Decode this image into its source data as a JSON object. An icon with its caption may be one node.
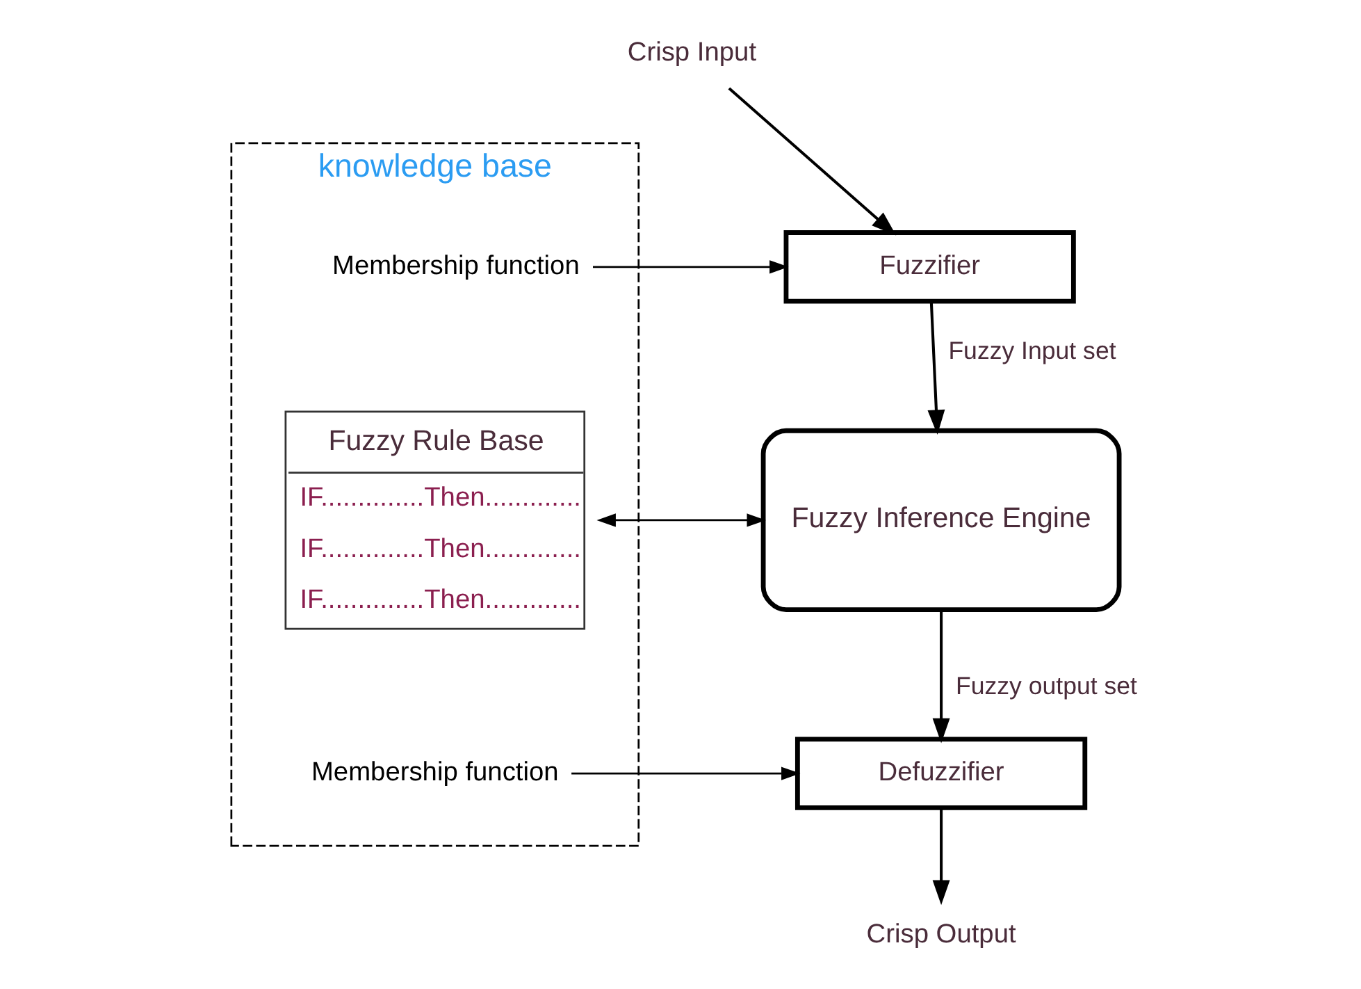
{
  "diagram": {
    "nodes": [
      {
        "text": [
          "Crisp Input"
        ]
      },
      {
        "text": [
          "Fuzzifier"
        ]
      },
      {
        "text": [
          "Fuzzy Inference Engine"
        ]
      },
      {
        "text": [
          "Defuzzifier"
        ]
      },
      {
        "text": [
          "Crisp Output"
        ]
      },
      {
        "text": [
          "knowledge base"
        ]
      },
      {
        "text": [
          "Membership function"
        ],
        "in": 5
      },
      {
        "text": [
          "Fuzzy Rule Base",
          "IF..............Then.............",
          "IF..............Then.............",
          "IF..............Then............."
        ],
        "in": 5
      },
      {
        "text": [
          "Membership function"
        ],
        "in": 5
      }
    ],
    "edges": [
      {
        "from": 0,
        "to": 1,
        "arrow": "to"
      },
      {
        "from": 1,
        "to": 2,
        "arrow": "to",
        "label": "Fuzzy Input set"
      },
      {
        "from": 2,
        "to": 7,
        "arrow": "both"
      },
      {
        "from": 2,
        "to": 3,
        "arrow": "to",
        "label": "Fuzzy output set"
      },
      {
        "from": 3,
        "to": 4,
        "arrow": "to"
      },
      {
        "from": 6,
        "to": 1,
        "arrow": "to"
      },
      {
        "from": 8,
        "to": 3,
        "arrow": "to"
      }
    ]
  }
}
